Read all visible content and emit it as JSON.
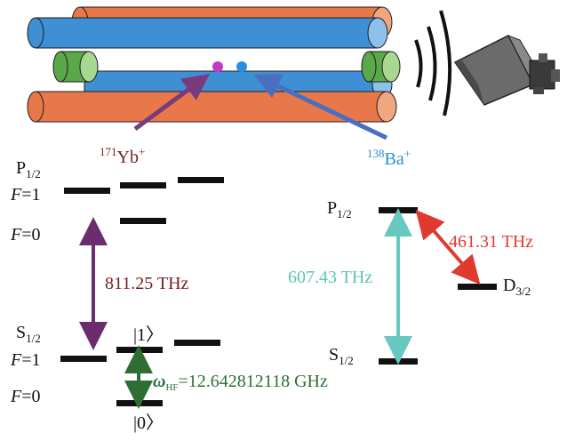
{
  "ions": {
    "yb": {
      "mass": "171",
      "symbol": "Yb",
      "charge": "+",
      "color": "#7a1f1f"
    },
    "ba": {
      "mass": "138",
      "symbol": "Ba",
      "charge": "+",
      "color": "#2a8fd0"
    }
  },
  "yb_levels": {
    "p_label": "P",
    "p_sub": "1/2",
    "f1_italic": "F",
    "f1_value": "=1",
    "f0_italic": "F",
    "f0_value": "=0",
    "s_label": "S",
    "s_sub": "1/2",
    "s_f1_italic": "F",
    "s_f1_value": "=1",
    "s_f0_italic": "F",
    "s_f0_value": "=0",
    "ket1": "|1〉",
    "ket0": "|0〉",
    "optical_transition": "811.25 THz",
    "hf_symbol": "ω",
    "hf_sub": "HF",
    "hf_value": "=12.642812118 GHz"
  },
  "ba_levels": {
    "p_label": "P",
    "p_sub": "1/2",
    "s_label": "S",
    "s_sub": "1/2",
    "d_label": "D",
    "d_sub": "3/2",
    "transition_sp": "607.43 THz",
    "transition_pd": "461.31 THz"
  },
  "colors": {
    "yb_arrow": "#6b2d6e",
    "hf_arrow": "#2e6e35",
    "ba_sp_arrow": "#67c8c0",
    "ba_pd_arrow": "#e03a2e",
    "optical_text": "#7a1f1f",
    "hf_text": "#2e6e35",
    "sp_text": "#5fc3b9",
    "pd_text": "#e03a2e",
    "rod_orange": "#e8784a",
    "rod_blue": "#3f8fd4",
    "rod_green": "#5aa84a",
    "pointer_purple": "#7a3a7e",
    "pointer_blue": "#4a6fc0",
    "ion_yb": "#c03ac8",
    "ion_ba": "#2a8fe0"
  }
}
